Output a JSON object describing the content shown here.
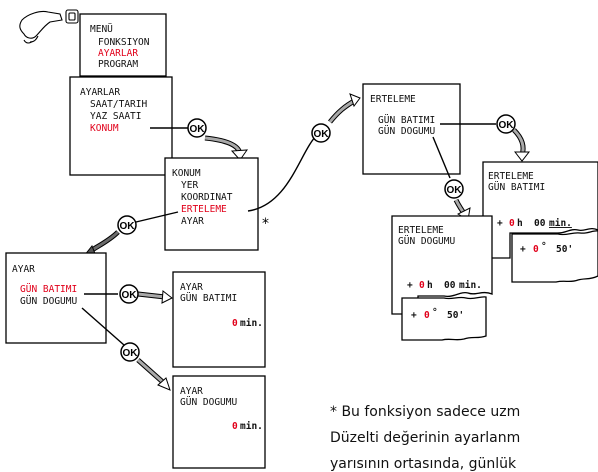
{
  "ok_label": "OK",
  "menu": {
    "title": "MENÜ",
    "items": [
      "FONKSIYON",
      "AYARLAR",
      "PROGRAM"
    ]
  },
  "ayarlar": {
    "title": "AYARLAR",
    "items": [
      "SAAT/TARIH",
      "YAZ SAATI",
      "KONUM"
    ]
  },
  "konum": {
    "title": "KONUM",
    "items": [
      "YER",
      "KOORDINAT",
      "ERTELEME",
      "AYAR"
    ],
    "asterisk": "*"
  },
  "ayar": {
    "title": "AYAR",
    "items": [
      "GÜN BATIMI",
      "GÜN DOGUMU"
    ]
  },
  "ayar_gun_batimi": {
    "title": "AYAR",
    "subtitle": "GÜN BATIMI",
    "value": "0",
    "unit": "min."
  },
  "ayar_gun_dogumu": {
    "title": "AYAR",
    "subtitle": "GÜN DOGUMU",
    "value": "0",
    "unit": "min."
  },
  "erteleme": {
    "title": "ERTELEME",
    "items": [
      "GÜN BATIMI",
      "GÜN DOGUMU"
    ]
  },
  "erteleme_gun_batimi": {
    "title": "ERTELEME",
    "subtitle": "GÜN BATIMI",
    "time_sign": "+",
    "hours": "0",
    "h_unit": "h",
    "minutes": "00",
    "min_unit": "min.",
    "angle_sign": "+",
    "deg": "0",
    "deg_unit": "°",
    "angle_min": "50'"
  },
  "erteleme_gun_dogumu": {
    "title": "ERTELEME",
    "subtitle": "GÜN DOGUMU",
    "time_sign": "+",
    "hours": "0",
    "h_unit": "h",
    "minutes": "00",
    "min_unit": "min.",
    "angle_sign": "+",
    "deg": "0",
    "deg_unit": "°",
    "angle_min": "50'"
  },
  "footnote": [
    "* Bu fonksiyon sadece uzm",
    "Düzelti değerinin ayarlanm",
    "yarısının ortasında, günlük"
  ],
  "colors": {
    "highlight": "#e1001a",
    "arrow_gray": "#9a9a9a"
  }
}
